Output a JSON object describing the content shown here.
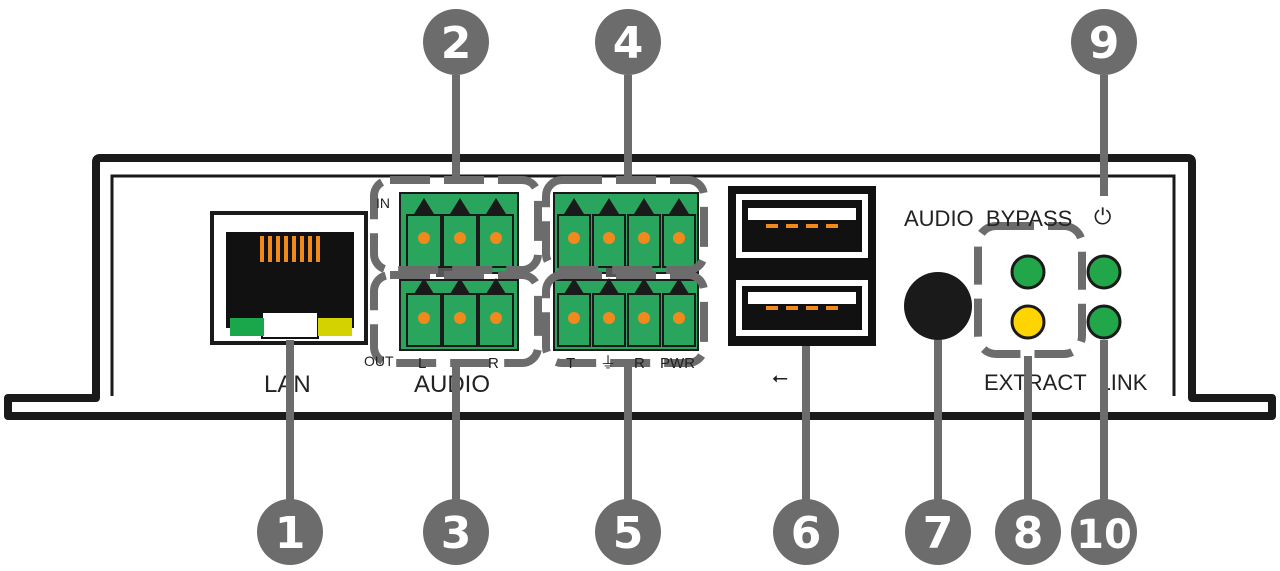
{
  "panel": {
    "lan_label": "LAN",
    "audio_label": "AUDIO",
    "in_label": "IN",
    "out_label": "OUT",
    "l_label": "L",
    "r_label": "R",
    "tx_label": "T",
    "rx_label": "R",
    "pwr_label": "PWR",
    "ground_symbol": "⏚",
    "usb_symbol": "⭠",
    "audio_bypass_label": "AUDIO  BYPASS",
    "extract_link_label": "EXTRACT  LINK",
    "power_symbol": "⏻"
  },
  "callouts": [
    "1",
    "2",
    "3",
    "4",
    "5",
    "6",
    "7",
    "8",
    "9",
    "10"
  ],
  "colors": {
    "callout_fill": "#6d6c6c",
    "terminal_green": "#2aa55e",
    "pin_orange": "#f08a1c",
    "led_green": "#22a64a",
    "led_yellow": "#ffd400",
    "rj45_led_green": "#1aa64b",
    "rj45_led_yellow": "#d4d200",
    "panel_stroke": "#1a1a1a",
    "dashed_grey": "#6d6c6c"
  }
}
